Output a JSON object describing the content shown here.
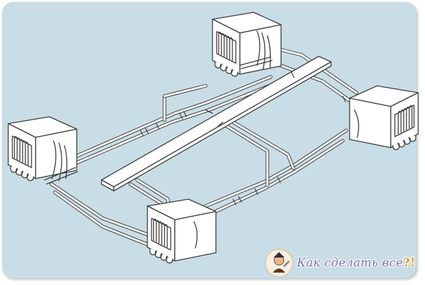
{
  "diagram": {
    "colors": {
      "panel": "#c9dde6",
      "line": "#3a3a3a",
      "fill": "#ffffff"
    },
    "boxes": [
      "box-top",
      "box-right",
      "box-left",
      "box-bottom"
    ]
  },
  "watermark": {
    "text": "Как сделать все",
    "suffix": "?!",
    "logo_icon": "wrench-gnome-icon"
  }
}
